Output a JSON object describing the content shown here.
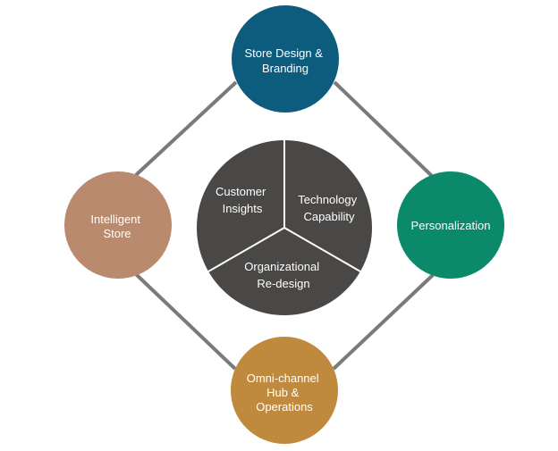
{
  "colors": {
    "connector": "#7a7a7a",
    "core_circle": "#4a4846",
    "store_design": "#0d5c7e",
    "personalization": "#0a8a6a",
    "omni_channel": "#c08a3e",
    "intelligent_store": "#b98a6e",
    "text": "#ffffff"
  },
  "nodes": {
    "store_design": {
      "lines": [
        "Store Design &",
        "Branding"
      ]
    },
    "personalization": {
      "lines": [
        "Personalization"
      ]
    },
    "omni_channel": {
      "lines": [
        "Omni-channel",
        "Hub &",
        "Operations"
      ]
    },
    "intelligent_store": {
      "lines": [
        "Intelligent",
        "Store"
      ]
    }
  },
  "core": {
    "customer_insights": {
      "lines": [
        "Customer",
        "Insights"
      ]
    },
    "technology_capability": {
      "lines": [
        "Technology",
        "Capability"
      ]
    },
    "organizational_redesign": {
      "lines": [
        "Organizational",
        "Re-design"
      ]
    }
  }
}
